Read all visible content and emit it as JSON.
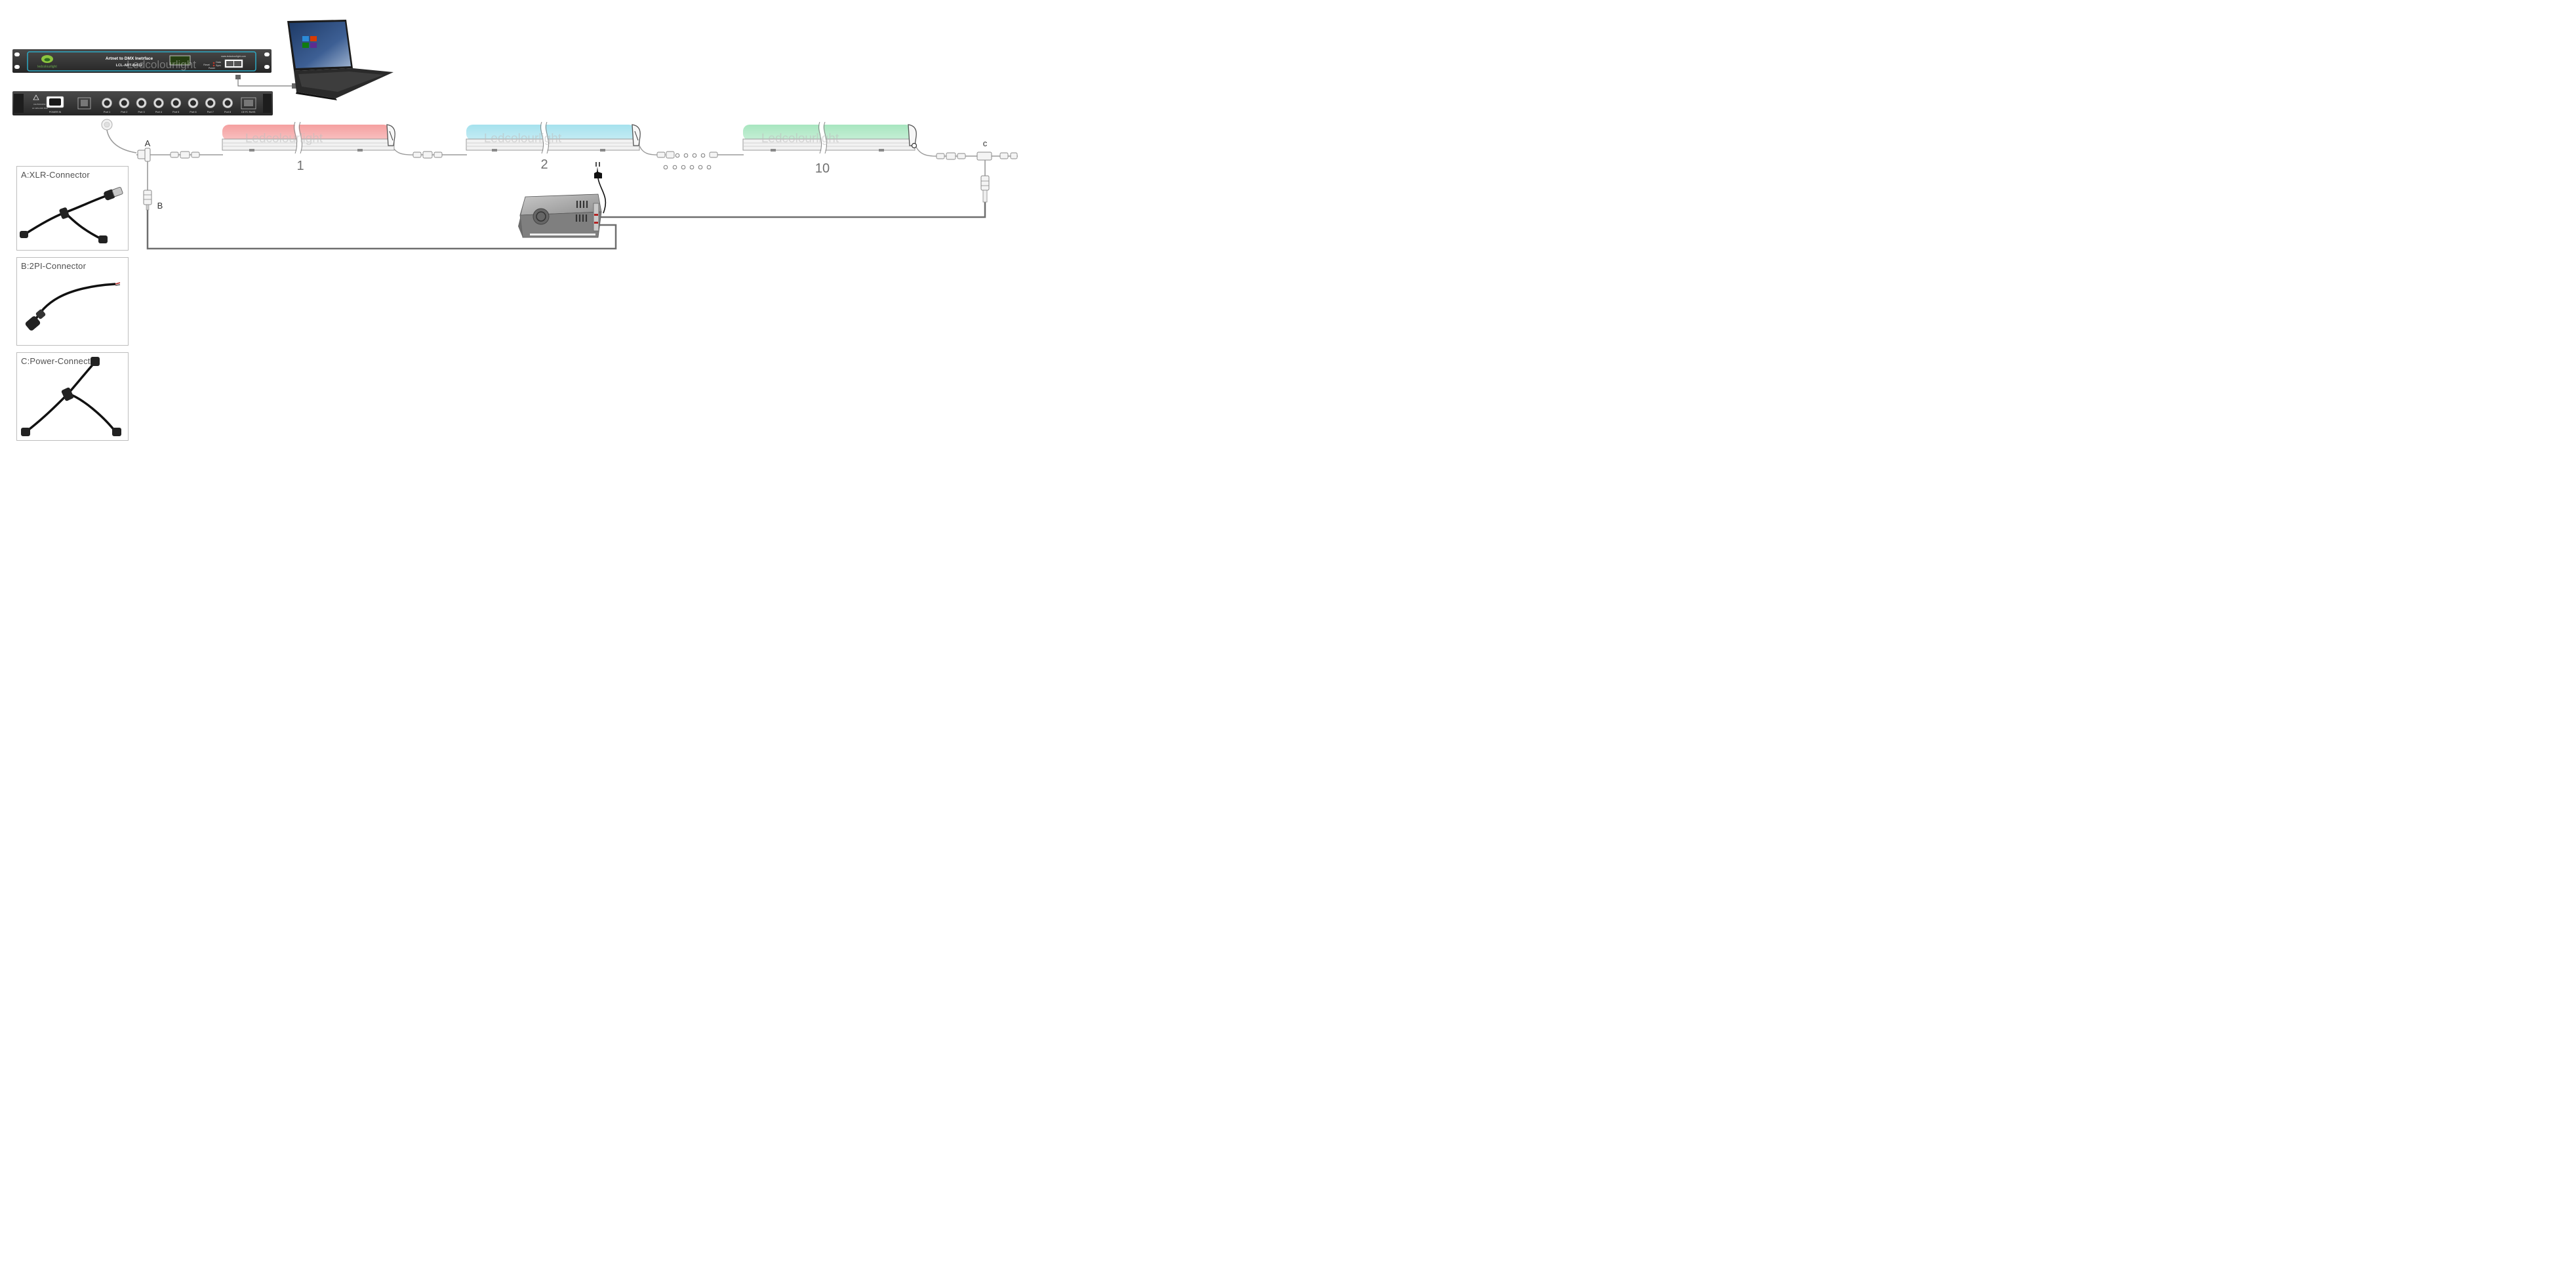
{
  "interface_unit": {
    "title": "Artnet to DMX Inetrface",
    "model": "LCL-ART-8x512",
    "website": "www.ledcolourlight.com",
    "logo_text": "ledcolourlight",
    "watermark": "Ledcolourlight",
    "front_labels": [
      "Power",
      "Data",
      "Sync",
      "Reset"
    ],
    "power_label": "POWER IN",
    "ports": [
      "Port 1",
      "Port 2",
      "Port 3",
      "Port 4",
      "Port 5",
      "Port 6",
      "Port 7",
      "Port 8"
    ],
    "cert_text": "CE FC RoHS"
  },
  "tubes": [
    {
      "number": "1",
      "color": "#f5a0a0",
      "watermark": "Ledcolourlight"
    },
    {
      "number": "2",
      "color": "#a6e2ee",
      "watermark": "Ledcolourlight"
    },
    {
      "number": "10",
      "color": "#a8e6c0",
      "watermark": "Ledcolourlight"
    }
  ],
  "connector_labels": {
    "a": "A",
    "b": "B",
    "c": "c"
  },
  "legend": [
    {
      "title": "A:XLR-Connector"
    },
    {
      "title": "B:2PI-Connector"
    },
    {
      "title": "C:Power-Connector"
    }
  ],
  "colors": {
    "wire": "#6e6e6e",
    "rack": "#3a3a3a",
    "screen_frame": "#2ca9c4",
    "psu": "#8a8a8a"
  },
  "icons": [
    "laptop-icon",
    "power-plug-icon",
    "power-supply-icon",
    "xlr-connector-icon",
    "2pin-connector-icon",
    "power-connector-icon"
  ]
}
